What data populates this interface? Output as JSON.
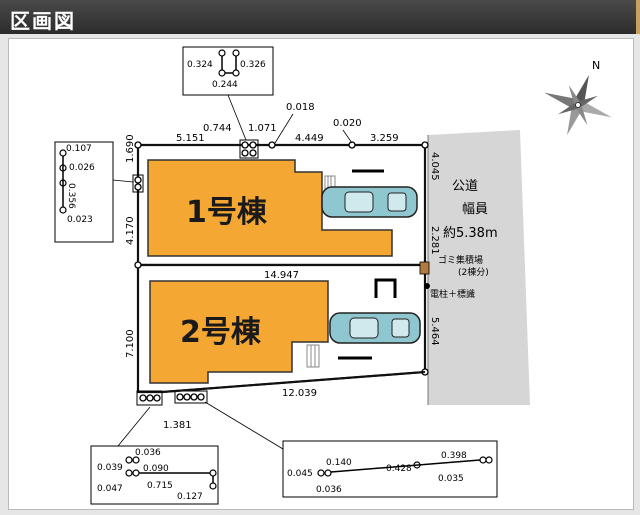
{
  "header": {
    "title": "区画図"
  },
  "colors": {
    "building": "#f4a733",
    "road": "#d6d6d6",
    "car": "#8ec7cf",
    "header_bg": "#333333"
  },
  "buildings": {
    "b1": "1号棟",
    "b2": "2号棟"
  },
  "road": {
    "name": "公道",
    "width_label": "幅員",
    "width_value": "約5.38m"
  },
  "notes": {
    "garbage": "ゴミ集積場",
    "garbage_sub": "(2棟分)",
    "pole": "電柱＋標識"
  },
  "dims": {
    "top_a": "5.151",
    "top_b": "0.744",
    "top_c": "1.071",
    "top_d": "0.018",
    "top_e": "4.449",
    "top_f": "0.020",
    "top_g": "3.259",
    "left_a": "1.690",
    "left_b": "4.170",
    "left_c": "7.100",
    "mid": "14.947",
    "right_a": "4.045",
    "right_b": "2.281",
    "right_c": "5.464",
    "bottom_a": "12.039",
    "bottom_b": "1.381"
  },
  "inset_top": {
    "a": "0.324",
    "b": "0.326",
    "c": "0.244"
  },
  "inset_left": {
    "a": "0.107",
    "b": "0.026",
    "c": "0.356",
    "d": "0.023"
  },
  "inset_bl": {
    "a": "0.036",
    "b": "0.039",
    "c": "0.090",
    "d": "0.047",
    "e": "0.715",
    "f": "0.127"
  },
  "inset_br": {
    "a": "0.140",
    "b": "0.398",
    "c": "0.045",
    "d": "0.428",
    "e": "0.036",
    "f": "0.035"
  },
  "compass": {
    "label": "N"
  }
}
